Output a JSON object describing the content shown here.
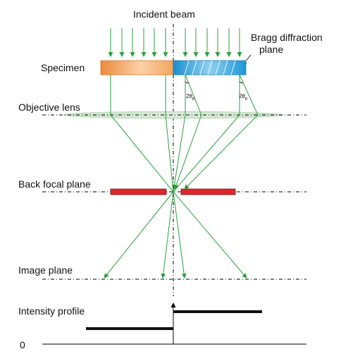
{
  "labels": {
    "incident_beam": "Incident beam",
    "bragg_line1": "Bragg diffraction",
    "bragg_line2": "plane",
    "specimen": "Specimen",
    "objective_lens": "Objective lens",
    "back_focal_plane": "Back focal plane",
    "image_plane": "Image plane",
    "intensity_profile": "Intensity profile",
    "zero": "0",
    "angle_left": "2θB",
    "angle_right": "2θB"
  },
  "colors": {
    "beam": "#2e9e3e",
    "aperture": "#e0262c",
    "lens": "#c8e6c8",
    "specimen_left": "#f29a4a",
    "specimen_right": "#1f9bd8",
    "axis": "#000000",
    "profile": "#000000"
  },
  "intensity_profile": {
    "left_level": "low",
    "right_level": "high"
  }
}
